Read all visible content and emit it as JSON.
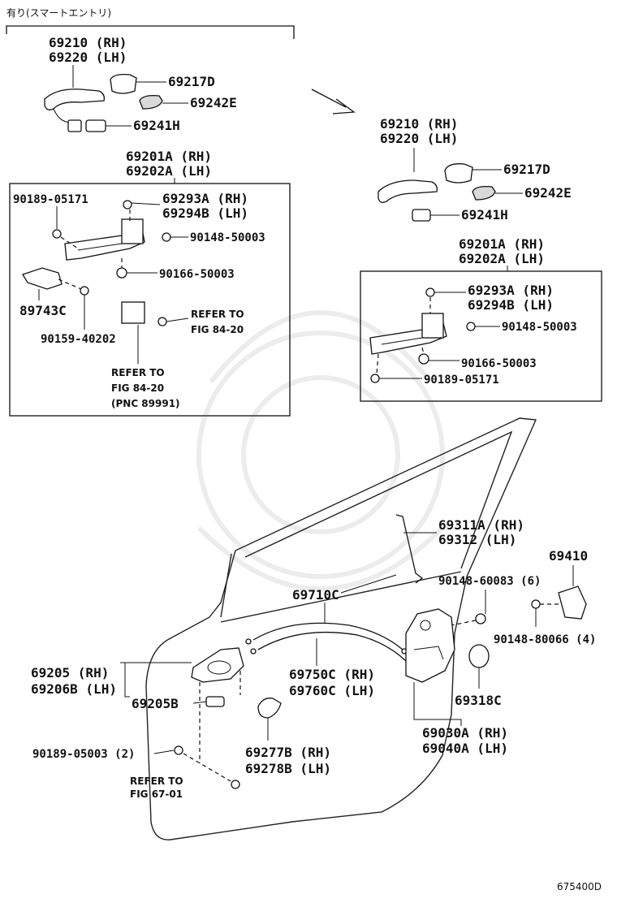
{
  "header": {
    "option_label": "有り(スマートエントリ)"
  },
  "figure_id": "675400D",
  "left_group": {
    "handle": {
      "rh": "69210 (RH)",
      "lh": "69220 (LH)"
    },
    "cover_a": "69217D",
    "cover_b": "69242E",
    "cap": "69241H",
    "frame": {
      "rh": "69201A (RH)",
      "lh": "69202A (LH)"
    },
    "screw_a": "90189-05171",
    "bracket": {
      "rh": "69293A (RH)",
      "lh": "69294B (LH)"
    },
    "bolt_a": "90148-50003",
    "bolt_b": "90166-50003",
    "sensor": "89743C",
    "screw_b": "90159-40202",
    "refer_a": {
      "line1": "REFER TO",
      "line2": "FIG 84-20"
    },
    "refer_b": {
      "line1": "REFER TO",
      "line2": "FIG 84-20",
      "line3": "(PNC 89991)"
    }
  },
  "right_group": {
    "handle": {
      "rh": "69210 (RH)",
      "lh": "69220 (LH)"
    },
    "cover_a": "69217D",
    "cover_b": "69242E",
    "cap": "69241H",
    "frame": {
      "rh": "69201A (RH)",
      "lh": "69202A (LH)"
    },
    "bracket": {
      "rh": "69293A (RH)",
      "lh": "69294B (LH)"
    },
    "bolt_a": "90148-50003",
    "bolt_b": "90166-50003",
    "screw_a": "90189-05171"
  },
  "door_group": {
    "rod": {
      "rh": "69311A (RH)",
      "lh": "69312 (LH)"
    },
    "striker": "69410",
    "bolt_lock": "90148-60083 (6)",
    "bolt_striker": "90148-80066 (4)",
    "cable_a": "69710C",
    "cable_b": {
      "rh": "69750C (RH)",
      "lh": "69760C (LH)"
    },
    "inner_handle": {
      "rh": "69205 (RH)",
      "lh": "69206B (LH)"
    },
    "inner_handle_sub": "69205B",
    "grommet": "69318C",
    "lock": {
      "rh": "69030A (RH)",
      "lh": "69040A (LH)"
    },
    "screw_c": "90189-05003 (2)",
    "bezel": {
      "rh": "69277B (RH)",
      "lh": "69278B (LH)"
    },
    "refer_c": {
      "line1": "REFER TO",
      "line2": "FIG 67-01"
    }
  }
}
